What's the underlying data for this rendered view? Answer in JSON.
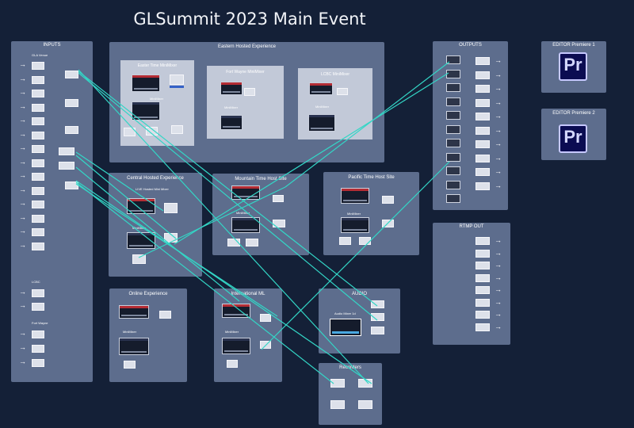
{
  "title": "GLSummit 2023 Main Event",
  "colors": {
    "background": "#142037",
    "panel": "#5d6d8d",
    "connection": "#33d6c6",
    "premiere": "#0b0c52"
  },
  "inputs": {
    "title": "INPUTS",
    "group1": "GLA Venue",
    "group2": "LCBC",
    "group3": "Fort Wayne"
  },
  "eastern": {
    "title": "Eastern Hosted Experience",
    "east": {
      "title": "Easter Time MiniMixer",
      "mixer": "MiniMixer"
    },
    "fort": {
      "title": "Fort Wayne MiniMixer",
      "mixer": "MiniMixer"
    },
    "lcbc": {
      "title": "LCBC MiniMixer",
      "mixer": "MiniMixer"
    }
  },
  "central": {
    "title": "Central Hosted Experience",
    "sub": "LIVE Hosted Mini Mixer",
    "mixer": "MiniMixer"
  },
  "mountain": {
    "title": "Mountain Time Host Site",
    "mixer": "MiniMixer"
  },
  "pacific": {
    "title": "Pacific Time Host Site",
    "mixer": "MiniMixer"
  },
  "online": {
    "title": "Online Experience",
    "mixer": "MiniMixer"
  },
  "international": {
    "title": "International ML",
    "mixer": "MiniMixer"
  },
  "audio": {
    "title": "AUDIO",
    "mixer": "Audio Mixer 1d"
  },
  "recorders": {
    "title": "Recorders"
  },
  "outputs": {
    "title": "OUTPUTS"
  },
  "rtmp": {
    "title": "RTMP OUT"
  },
  "editor1": {
    "title": "EDITOR Premiere 1",
    "logo": "Pr"
  },
  "editor2": {
    "title": "EDITOR Premiere 2",
    "logo": "Pr"
  }
}
